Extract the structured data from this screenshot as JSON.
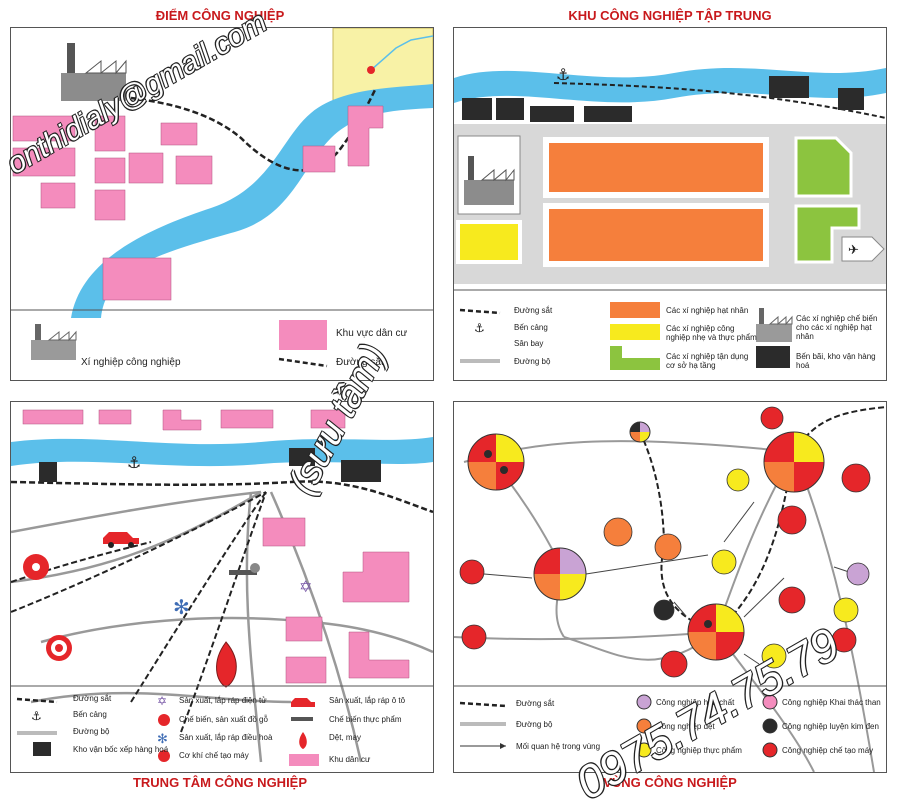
{
  "titles": {
    "p1": "ĐIỂM CÔNG NGHIỆP",
    "p2": "KHU CÔNG NGHIỆP TẬP TRUNG",
    "p3": "TRUNG TÂM CÔNG NGHIỆP",
    "p4": "VÙNG CÔNG NGHIỆP"
  },
  "p1_legend": {
    "factory": "Xí nghiệp công nghiệp",
    "residential": "Khu vực dân cư",
    "railway": "Đường sắt"
  },
  "p2_legend": {
    "railway": "Đường sắt",
    "port": "Bến cảng",
    "airport": "Sân bay",
    "road": "Đường bộ",
    "core": "Các xí nghiệp hạt nhân",
    "light": "Các xí nghiệp công nghiệp nhẹ và thực phẩm",
    "infra": "Các xí nghiệp tận dụng cơ sở hạ tầng",
    "processing": "Các xí nghiệp chế biến cho các xí nghiệp hạt nhân",
    "storage": "Bến bãi, kho vận hàng hoá"
  },
  "p3_legend": {
    "railway": "Đường sắt",
    "port": "Bến cảng",
    "road": "Đường bộ",
    "warehouse": "Kho vận bốc xếp hàng hoá",
    "electronics": "Sản xuất, lắp ráp điện tử",
    "wood": "Chế biến, sản xuất đồ gỗ",
    "aircon": "Sản xuất, lắp ráp điều hoà",
    "machine": "Cơ khí chế tạo máy",
    "auto": "Sản xuất, lắp ráp ô tô",
    "food": "Chế biến thực phẩm",
    "textile": "Dệt, may",
    "residential": "Khu dân cư"
  },
  "p4_legend": {
    "railway": "Đường sắt",
    "road": "Đường bộ",
    "link": "Mối quan hệ trong vùng",
    "chemical": "Công nghiệp hoá chất",
    "textile": "Công nghiệp dệt",
    "food": "Công nghiệp thực phẩm",
    "coal": "Công nghiệp Khai thác than",
    "metal": "Công nghiệp luyện kim đen",
    "machine": "Công nghiệp chế tạo máy"
  },
  "watermarks": {
    "email": "onthidialy@gmail.com",
    "credit": "(sưu tầm)",
    "phone": "0975.74.75.79"
  },
  "colors": {
    "title": "#c8191c",
    "river": "#5bbfea",
    "pink": "#f48cbd",
    "orange": "#f57f3c",
    "yellow": "#f7ea1e",
    "green": "#8cc43f",
    "red": "#e5262a",
    "dark": "#2b2b2b",
    "purple": "#c9a3d4"
  }
}
